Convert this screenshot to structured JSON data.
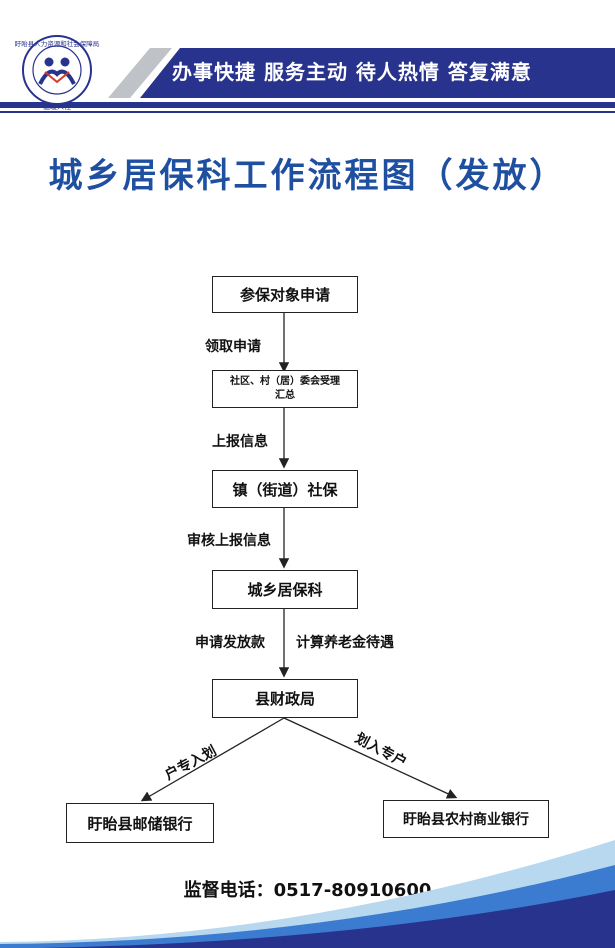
{
  "header": {
    "slogan": "办事快捷  服务主动  待人热情  答复满意",
    "logo": {
      "icon": "bureau-emblem",
      "ring_text": "盱眙县人力资源和社会保障局",
      "motto": "温暖人社"
    },
    "colors": {
      "navy": "#27338c",
      "blue": "#1f4fa1",
      "gray": "#bfc3c7"
    }
  },
  "title": "城乡居保科工作流程图（发放）",
  "flow": {
    "step1": "参保对象申请",
    "label1": "领取申请",
    "step2": "社区、村（居）委会受理\n汇总",
    "label2": "上报信息",
    "step3": "镇（街道）社保",
    "label3": "审核上报信息",
    "step4": "城乡居保科",
    "label4_left": "申请发放款",
    "label4_right": "计算养老金待遇",
    "step5": "县财政局",
    "branch_left_label": "户专入划",
    "branch_right_label": "划入专户",
    "bank_left": "盱眙县邮储银行",
    "bank_right": "盱眙县农村商业银行"
  },
  "footer": {
    "phone": "监督电话：0517-80910600"
  }
}
